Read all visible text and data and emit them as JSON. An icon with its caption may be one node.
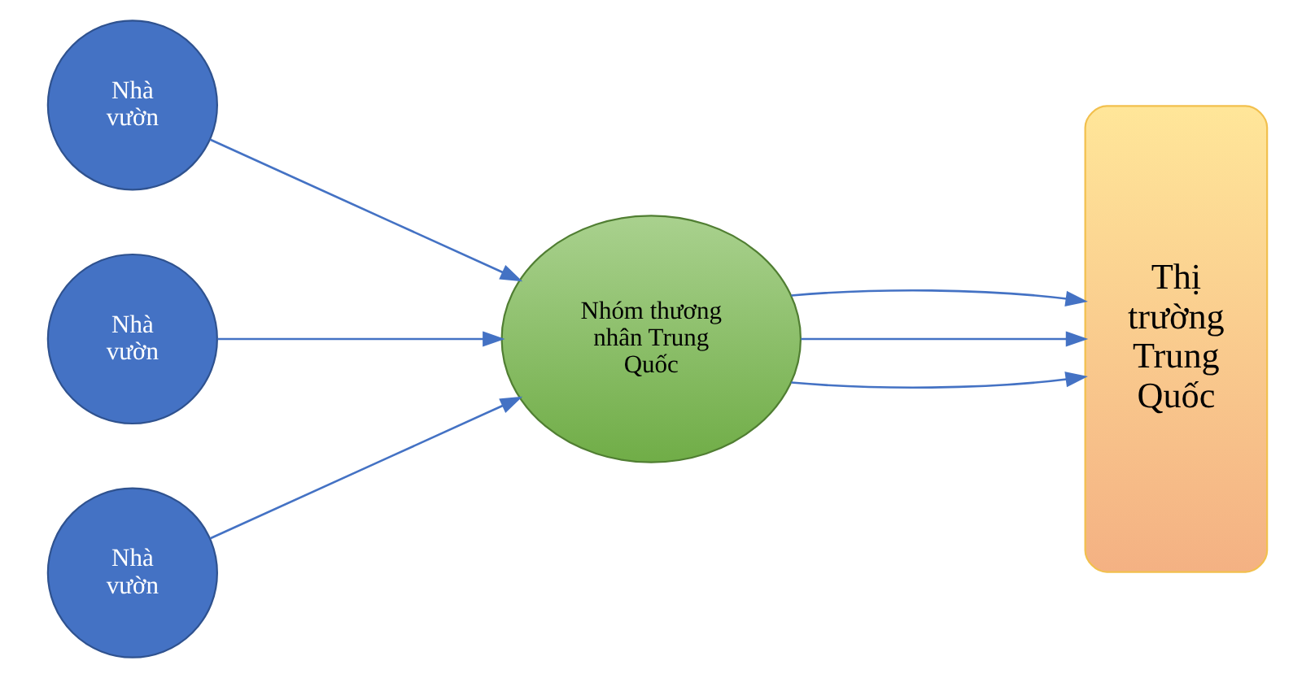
{
  "diagram": {
    "nodes": [
      {
        "text": [
          "Nhà vườn"
        ]
      },
      {
        "text": [
          "Nhà vườn"
        ]
      },
      {
        "text": [
          "Nhà vườn"
        ]
      },
      {
        "text": [
          "Nhóm thương nhân Trung Quốc"
        ]
      },
      {
        "text": [
          "Thị trường Trung Quốc"
        ]
      }
    ],
    "edges": [
      {
        "from": 0,
        "to": 3,
        "arrow": "to"
      },
      {
        "from": 1,
        "to": 3,
        "arrow": "to"
      },
      {
        "from": 2,
        "to": 3,
        "arrow": "to"
      },
      {
        "from": 3,
        "to": 4,
        "arrow": "to"
      },
      {
        "from": 3,
        "to": 4,
        "arrow": "to"
      },
      {
        "from": 3,
        "to": 4,
        "arrow": "to"
      }
    ]
  }
}
